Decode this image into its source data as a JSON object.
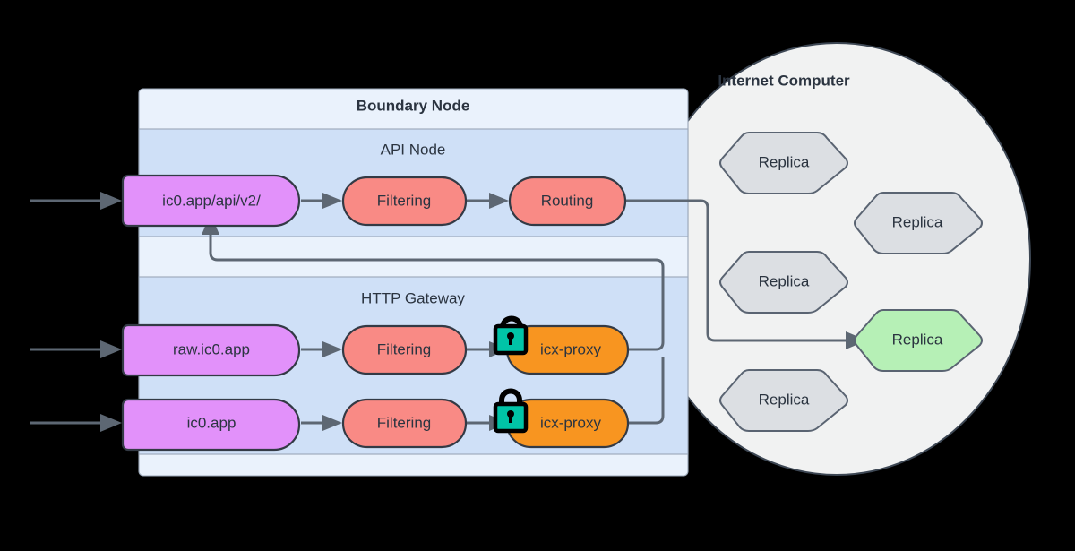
{
  "diagram": {
    "title_hidden": "",
    "colors": {
      "purple": "#e291fa",
      "salmon": "#f98a85",
      "orange": "#f89520",
      "green_replica": "#b6f0b6",
      "grey_replica": "#dcdfe3",
      "band_outer": "#eaf2fc",
      "band_inner": "#cfe0f7",
      "cloud": "#f1f2f2",
      "edge": "#5d6773",
      "stroke_dark": "#333a45",
      "text": "#2b3440",
      "lock_body": "#00c4a7",
      "lock_outline": "#000000"
    },
    "groups": [
      {
        "id": "boundary-node",
        "label": "Boundary Node",
        "bold": true
      },
      {
        "id": "api-node",
        "label": "API Node",
        "bold": false
      },
      {
        "id": "http-gateway",
        "label": "HTTP Gateway",
        "bold": false
      },
      {
        "id": "internet-computer",
        "label": "Internet Computer",
        "bold": true
      }
    ],
    "nodes": {
      "api_entry": {
        "label": "ic0.app/api/v2/",
        "kind": "entry",
        "color": "purple"
      },
      "api_filtering": {
        "label": "Filtering",
        "kind": "stage",
        "color": "salmon"
      },
      "api_routing": {
        "label": "Routing",
        "kind": "stage",
        "color": "salmon"
      },
      "raw_entry": {
        "label": "raw.ic0.app",
        "kind": "entry",
        "color": "purple"
      },
      "raw_filtering": {
        "label": "Filtering",
        "kind": "stage",
        "color": "salmon"
      },
      "raw_proxy": {
        "label": "icx-proxy",
        "kind": "proxy",
        "color": "orange"
      },
      "app_entry": {
        "label": "ic0.app",
        "kind": "entry",
        "color": "purple"
      },
      "app_filtering": {
        "label": "Filtering",
        "kind": "stage",
        "color": "salmon"
      },
      "app_proxy": {
        "label": "icx-proxy",
        "kind": "proxy",
        "color": "orange"
      }
    },
    "locks": [
      {
        "id": "raw-proxy-lock",
        "icon": "unlock-open-icon",
        "state": "unlocked"
      },
      {
        "id": "app-proxy-lock",
        "icon": "lock-closed-icon",
        "state": "locked"
      }
    ],
    "replicas": [
      {
        "id": "replica-1",
        "label": "Replica",
        "highlighted": false
      },
      {
        "id": "replica-2",
        "label": "Replica",
        "highlighted": false
      },
      {
        "id": "replica-3",
        "label": "Replica",
        "highlighted": false
      },
      {
        "id": "replica-4",
        "label": "Replica",
        "highlighted": true
      },
      {
        "id": "replica-5",
        "label": "Replica",
        "highlighted": false
      }
    ],
    "edges": [
      {
        "id": "in-api",
        "from": "external",
        "to": "api_entry",
        "arrow": true
      },
      {
        "id": "api-entry-filtering",
        "from": "api_entry",
        "to": "api_filtering",
        "arrow": true
      },
      {
        "id": "api-filtering-routing",
        "from": "api_filtering",
        "to": "api_routing",
        "arrow": true
      },
      {
        "id": "routing-replica",
        "from": "api_routing",
        "to": "replica-4",
        "arrow": true
      },
      {
        "id": "in-raw",
        "from": "external",
        "to": "raw_entry",
        "arrow": true
      },
      {
        "id": "raw-entry-filtering",
        "from": "raw_entry",
        "to": "raw_filtering",
        "arrow": true
      },
      {
        "id": "raw-filtering-proxy",
        "from": "raw_filtering",
        "to": "raw_proxy",
        "arrow": true
      },
      {
        "id": "in-app",
        "from": "external",
        "to": "app_entry",
        "arrow": true
      },
      {
        "id": "app-entry-filtering",
        "from": "app_entry",
        "to": "app_filtering",
        "arrow": true
      },
      {
        "id": "app-filtering-proxy",
        "from": "app_filtering",
        "to": "app_proxy",
        "arrow": true
      },
      {
        "id": "proxies-feedback-api-entry",
        "from": "icx-proxy",
        "to": "api_entry",
        "arrow": true
      }
    ]
  }
}
